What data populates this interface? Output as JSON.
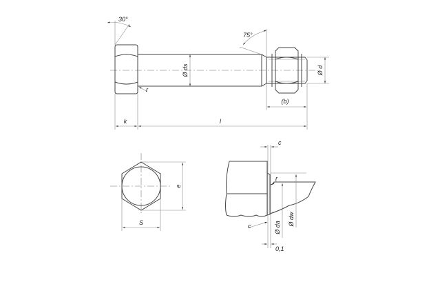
{
  "side_view": {
    "angle_head": "30°",
    "angle_chamfer": "75°",
    "shank_diameter": "Ø ds",
    "thread_diameter": "Ø d",
    "radius": "r",
    "thread_length": "(b)",
    "head_height": "k",
    "length": "l"
  },
  "end_view": {
    "across_corners": "e",
    "across_flats": "S"
  },
  "detail_view": {
    "washer_height_top": "c",
    "washer_height_bottom": "c",
    "radius": "r",
    "transition_diameter": "Ø da",
    "bearing_diameter": "Ø dw",
    "tolerance": "0,1"
  }
}
